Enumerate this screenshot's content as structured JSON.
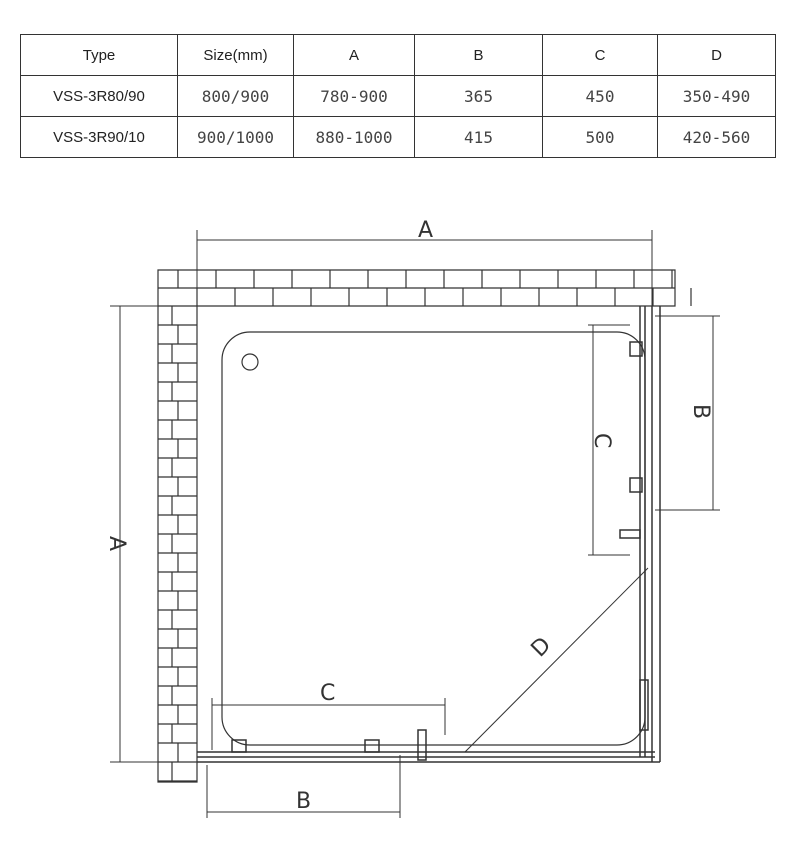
{
  "table": {
    "headers": [
      "Type",
      "Size(mm)",
      "A",
      "B",
      "C",
      "D"
    ],
    "rows": [
      [
        "VSS-3R80/90",
        "800/900",
        "780-900",
        "365",
        "450",
        "350-490"
      ],
      [
        "VSS-3R90/10",
        "900/1000",
        "880-1000",
        "415",
        "500",
        "420-560"
      ]
    ]
  },
  "drawing": {
    "dim_a": "A",
    "dim_b": "B",
    "dim_c": "C",
    "dim_d": "D"
  }
}
